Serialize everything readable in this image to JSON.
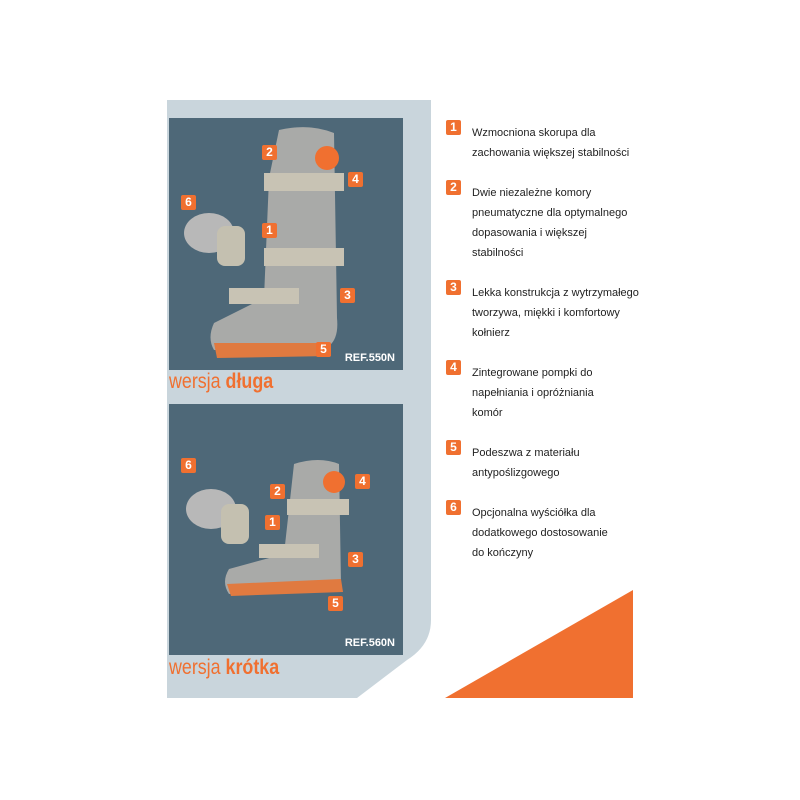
{
  "long": {
    "label_prefix": "wersja ",
    "label_bold": "długa",
    "ref": "REF.550N"
  },
  "short": {
    "label_prefix": "wersja ",
    "label_bold": "krótka",
    "ref": "REF.560N"
  },
  "callouts": [
    "1",
    "2",
    "3",
    "4",
    "5",
    "6"
  ],
  "features": [
    {
      "num": "1",
      "text": "Wzmocniona skorupa dla zachowania większej stabilności"
    },
    {
      "num": "2",
      "text": "Dwie niezależne komory pneumatyczne dla optymalnego dopasowania i większej stabilności"
    },
    {
      "num": "3",
      "text": "Lekka konstrukcja z wytrzymałego tworzywa, miękki i komfortowy kołnierz"
    },
    {
      "num": "4",
      "text": "Zintegrowane pompki do napełniania i opróżniania komór"
    },
    {
      "num": "5",
      "text": "Podeszwa z materiału antypoślizgowego"
    },
    {
      "num": "6",
      "text": "Opcjonalna wyściółka dla dodatkowego dostosowanie do kończyny"
    }
  ],
  "colors": {
    "accent": "#f07030",
    "panel": "#c9d5dc",
    "photo_bg": "#4e6878"
  }
}
